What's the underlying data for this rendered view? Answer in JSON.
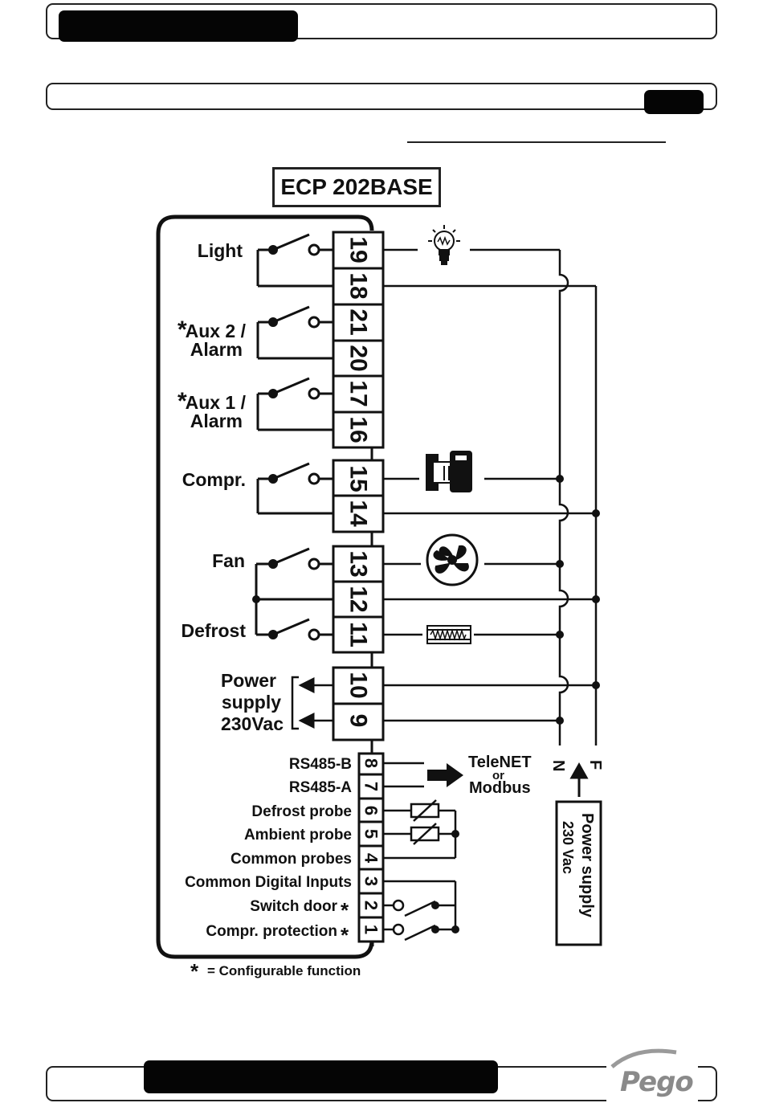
{
  "model_label": "ECP 202BASE",
  "relay_labels": {
    "light": "Light",
    "aux2_l1": "Aux 2 /",
    "aux2_l2": "Alarm",
    "aux1_l1": "Aux 1 /",
    "aux1_l2": "Alarm",
    "compr": "Compr.",
    "fan": "Fan",
    "defrost": "Defrost",
    "power_l1": "Power",
    "power_l2": "supply",
    "power_l3": "230Vac"
  },
  "asterisk": "*",
  "big_terminals": [
    "19",
    "18",
    "21",
    "20",
    "17",
    "16",
    "15",
    "14",
    "13",
    "12",
    "11",
    "10",
    "9"
  ],
  "small_terminals": [
    "8",
    "7",
    "6",
    "5",
    "4",
    "3",
    "2",
    "1"
  ],
  "low_labels": {
    "rs485b": "RS485-B",
    "rs485a": "RS485-A",
    "defrost_probe": "Defrost probe",
    "ambient_probe": "Ambient probe",
    "common_probes": "Common probes",
    "common_di": "Common Digital Inputs",
    "switch_door": "Switch door",
    "compr_protection": "Compr. protection"
  },
  "comms": {
    "l1": "TeleNET",
    "l2": "or",
    "l3": "Modbus"
  },
  "lines": {
    "n": "N",
    "f": "F"
  },
  "power_box": {
    "l1": "Power supply",
    "l2": "230 Vac"
  },
  "footnote": "= Configurable function",
  "brand": "Pego",
  "icons": [
    "light-bulb-icon",
    "compressor-icon",
    "fan-icon",
    "heater-icon"
  ]
}
